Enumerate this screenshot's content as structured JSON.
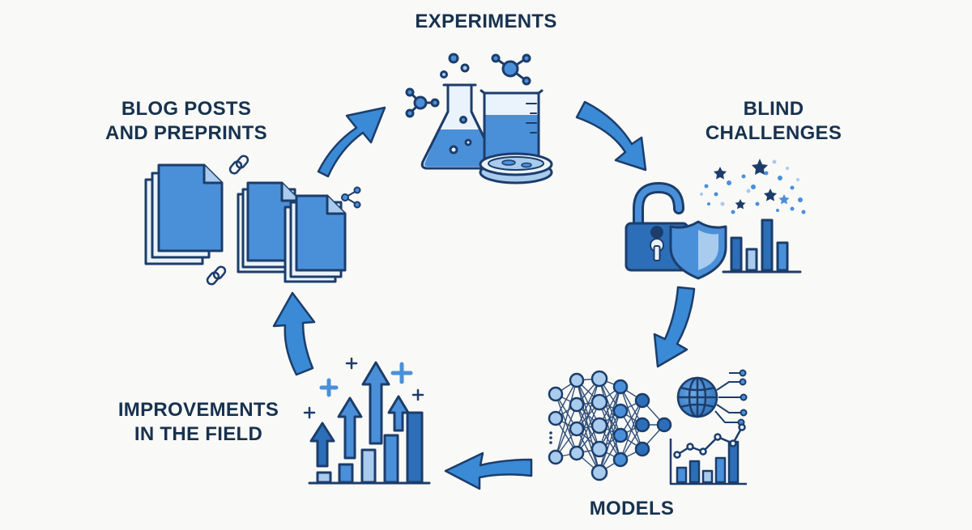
{
  "diagram": {
    "type": "cycle",
    "colors": {
      "stroke": "#1c3d6b",
      "fill_primary": "#4a90d9",
      "fill_light": "#a9cbed",
      "fill_dark": "#2c6fb8",
      "arrow": "#3a8ad6",
      "text": "#17324f",
      "background": "#f9f9f7"
    },
    "stages": [
      {
        "id": "experiments",
        "lines": [
          "EXPERIMENTS"
        ],
        "icon": "lab-glassware-icon"
      },
      {
        "id": "blind",
        "lines": [
          "BLIND",
          "CHALLENGES"
        ],
        "icon": "padlock-shield-chart-icon"
      },
      {
        "id": "models",
        "lines": [
          "MODELS"
        ],
        "icon": "neural-network-icon"
      },
      {
        "id": "improvements",
        "lines": [
          "IMPROVEMENTS",
          "IN THE FIELD"
        ],
        "icon": "rising-bars-icon"
      },
      {
        "id": "blog",
        "lines": [
          "BLOG POSTS",
          "AND PREPRINTS"
        ],
        "icon": "documents-icon"
      }
    ],
    "flow": [
      [
        "experiments",
        "blind"
      ],
      [
        "blind",
        "models"
      ],
      [
        "models",
        "improvements"
      ],
      [
        "improvements",
        "blog"
      ],
      [
        "blog",
        "experiments"
      ]
    ]
  }
}
